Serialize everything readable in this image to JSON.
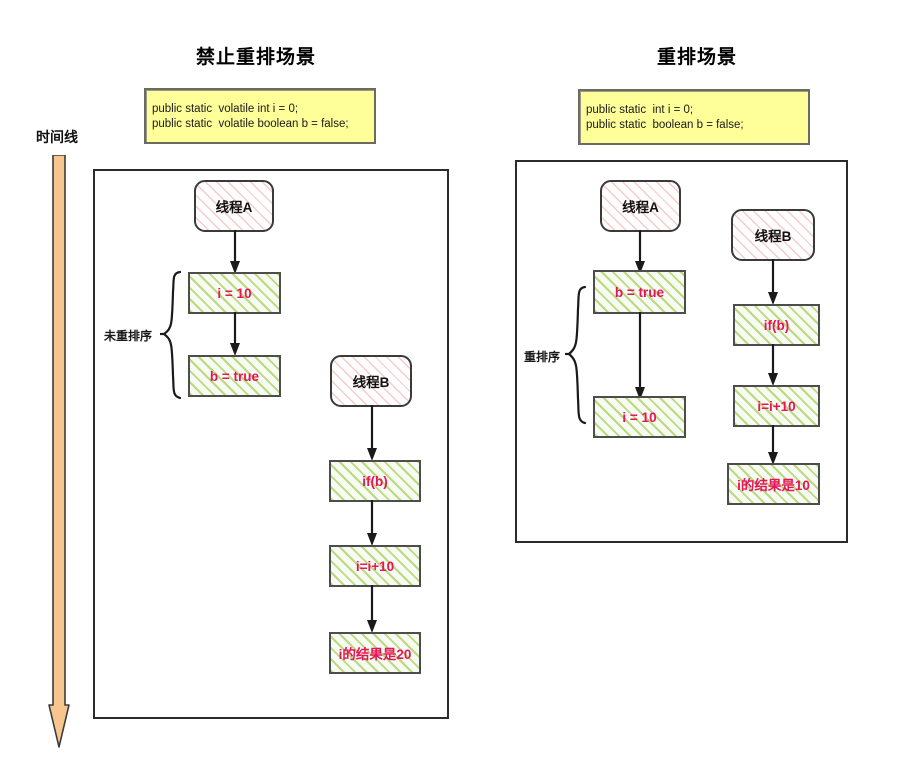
{
  "timeline": {
    "label": "时间线",
    "arrow_color": "#f7c68f",
    "arrow_stroke": "#3a3a3a"
  },
  "colors": {
    "code_box_fill": "#ffff99",
    "code_box_border": "#6b6b5e",
    "panel_border": "#2b2b2b",
    "thread_hatch": "#f09696",
    "stmt_fill": "#e4f0c8",
    "stmt_hatch": "#96c846",
    "stmt_text": "#e8145a",
    "thread_text": "#111111",
    "arrow": "#1a1a1a"
  },
  "panels": [
    {
      "id": "no-reorder",
      "title": "禁止重排场景",
      "code": [
        "public static  volatile int i = 0;",
        "public static  volatile boolean b = false;"
      ],
      "brace_label": "未重排序",
      "thread_a": {
        "name": "线程A",
        "steps": [
          "i = 10",
          "b = true"
        ]
      },
      "thread_b": {
        "name": "线程B",
        "steps": [
          "if(b)",
          "i=i+10",
          "i的结果是20"
        ]
      }
    },
    {
      "id": "reorder",
      "title": "重排场景",
      "code": [
        "public static  int i = 0;",
        "public static  boolean b = false;"
      ],
      "brace_label": "重排序",
      "thread_a": {
        "name": "线程A",
        "steps": [
          "b = true",
          "i = 10"
        ]
      },
      "thread_b": {
        "name": "线程B",
        "steps": [
          "if(b)",
          "i=i+10",
          "i的结果是10"
        ]
      }
    }
  ]
}
